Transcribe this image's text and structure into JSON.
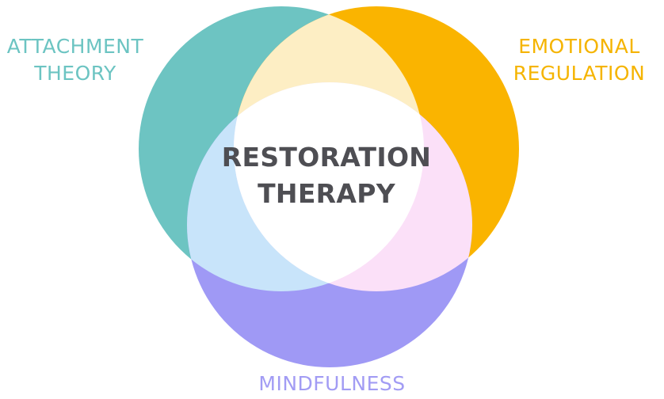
{
  "center": {
    "line1": "RESTORATION",
    "line2": "THERAPY"
  },
  "circles": [
    {
      "name": "attachment-theory",
      "line1": "ATTACHMENT",
      "line2": "THEORY",
      "color": "#6dc4c2"
    },
    {
      "name": "emotional-regulation",
      "line1": "EMOTIONAL",
      "line2": "REGULATION",
      "color": "#fab400"
    },
    {
      "name": "mindfulness",
      "line1": "MINDFULNESS",
      "color": "#9f99f5"
    }
  ],
  "overlap_colors": {
    "attachment_emotional": "#fdeec4",
    "attachment_mindfulness": "#c8e4fa",
    "emotional_mindfulness": "#fbe0f8",
    "center": "#ffffff"
  }
}
